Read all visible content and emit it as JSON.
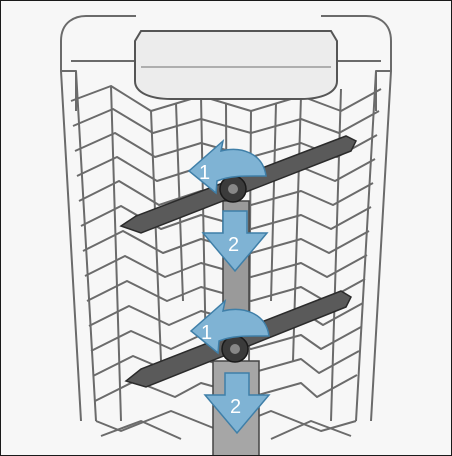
{
  "figure": {
    "step_labels": {
      "rotate_upper": "1",
      "pull_upper": "2",
      "rotate_lower": "1",
      "pull_lower": "2"
    },
    "colors": {
      "wire": "#6b6b6b",
      "arm": "#5a5a5a",
      "arrow_fill": "#7fb3d4",
      "arrow_edge": "#3f7fa8",
      "label": "#ffffff",
      "handle": "#ececec"
    },
    "icons": [
      "rotate-arrow-icon",
      "down-arrow-icon"
    ]
  }
}
